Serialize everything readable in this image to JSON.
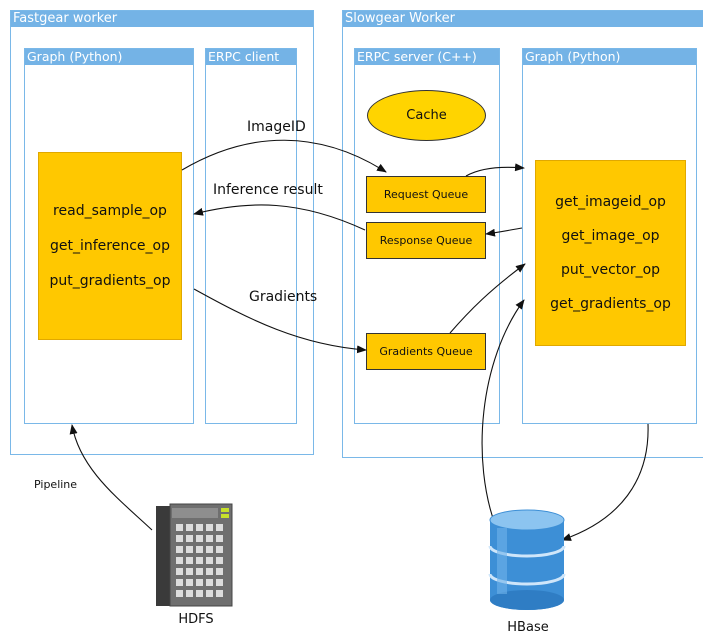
{
  "workers": {
    "fastgear": {
      "title": "Fastgear worker"
    },
    "slowgear": {
      "title": "Slowgear Worker"
    }
  },
  "panels": {
    "fast_graph": {
      "title": "Graph (Python)"
    },
    "erpc_client": {
      "title": "ERPC client"
    },
    "erpc_server": {
      "title": "ERPC server (C++)"
    },
    "slow_graph": {
      "title": "Graph (Python)"
    }
  },
  "fast_ops": [
    "read_sample_op",
    "get_inference_op",
    "put_gradients_op"
  ],
  "slow_ops": [
    "get_imageid_op",
    "get_image_op",
    "put_vector_op",
    "get_gradients_op"
  ],
  "cache": "Cache",
  "queues": {
    "request": "Request Queue",
    "response": "Response Queue",
    "gradients": "Gradients Queue"
  },
  "flows": {
    "image_id": "ImageID",
    "inference_result": "Inference result",
    "gradients": "Gradients",
    "pipeline": "Pipeline"
  },
  "stores": {
    "hdfs": {
      "label": "HDFS",
      "icon": "server-tower-icon"
    },
    "hbase": {
      "label": "HBase",
      "icon": "database-icon"
    }
  },
  "colors": {
    "header_blue": "#74b3e6",
    "border_blue": "#7ab8e8",
    "op_yellow": "#ffc800"
  }
}
